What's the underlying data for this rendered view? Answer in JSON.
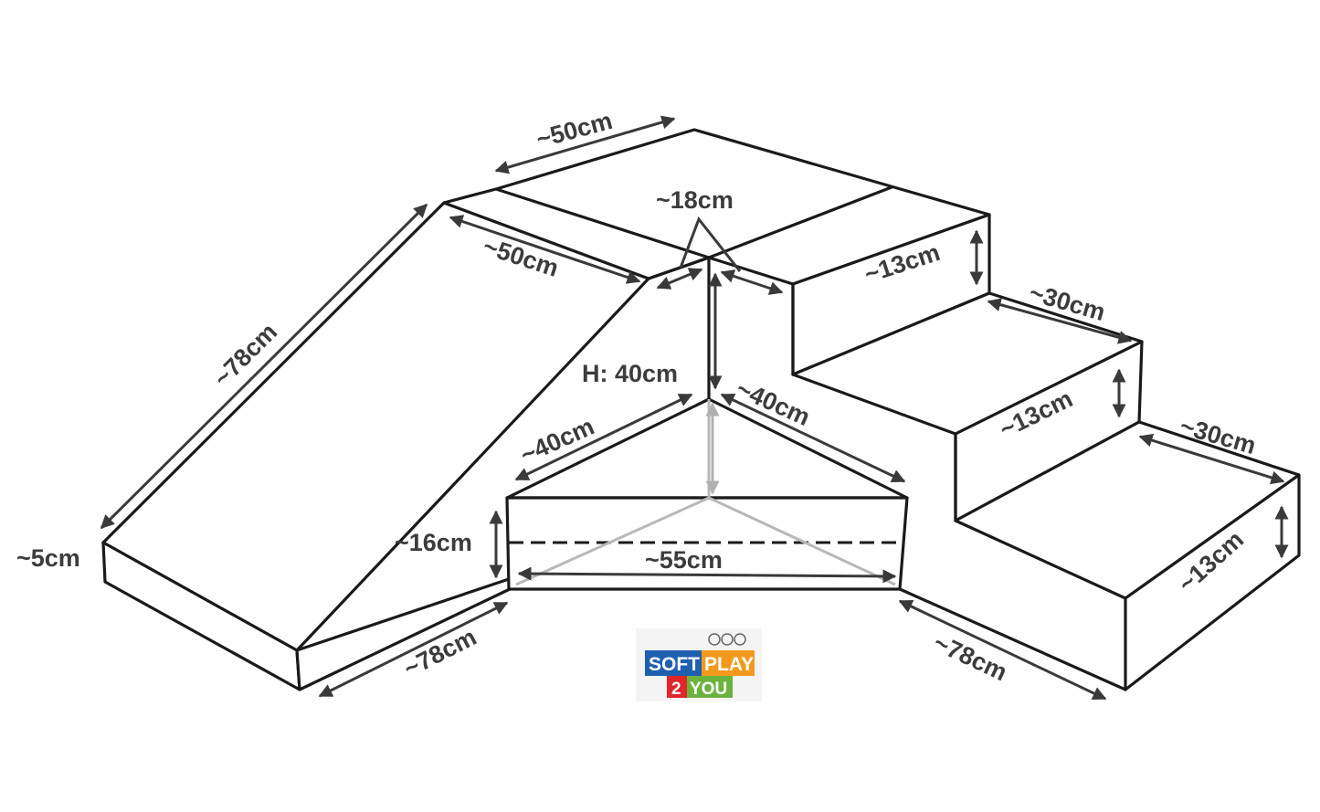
{
  "dimensions": {
    "top_width": "~50cm",
    "top_depth": "~50cm",
    "corner_gap": "~18cm",
    "height": "H: 40cm",
    "slide_length": "~78cm",
    "slide_thickness": "~5cm",
    "base_left": "~78cm",
    "base_right": "~78cm",
    "wedge_left": "~40cm",
    "wedge_right": "~40cm",
    "wedge_height": "~16cm",
    "wedge_front": "~55cm",
    "step1_rise": "~13cm",
    "step2_rise": "~13cm",
    "step3_rise": "~13cm",
    "step2_tread": "~30cm",
    "step3_tread": "~30cm"
  },
  "logo": {
    "soft": "SOFT",
    "play": "PLAY",
    "two": "2",
    "you": "YOU",
    "colors": {
      "soft": "#1f5fb0",
      "play": "#f39a1e",
      "two": "#e0262b",
      "you": "#6cb33e"
    }
  }
}
